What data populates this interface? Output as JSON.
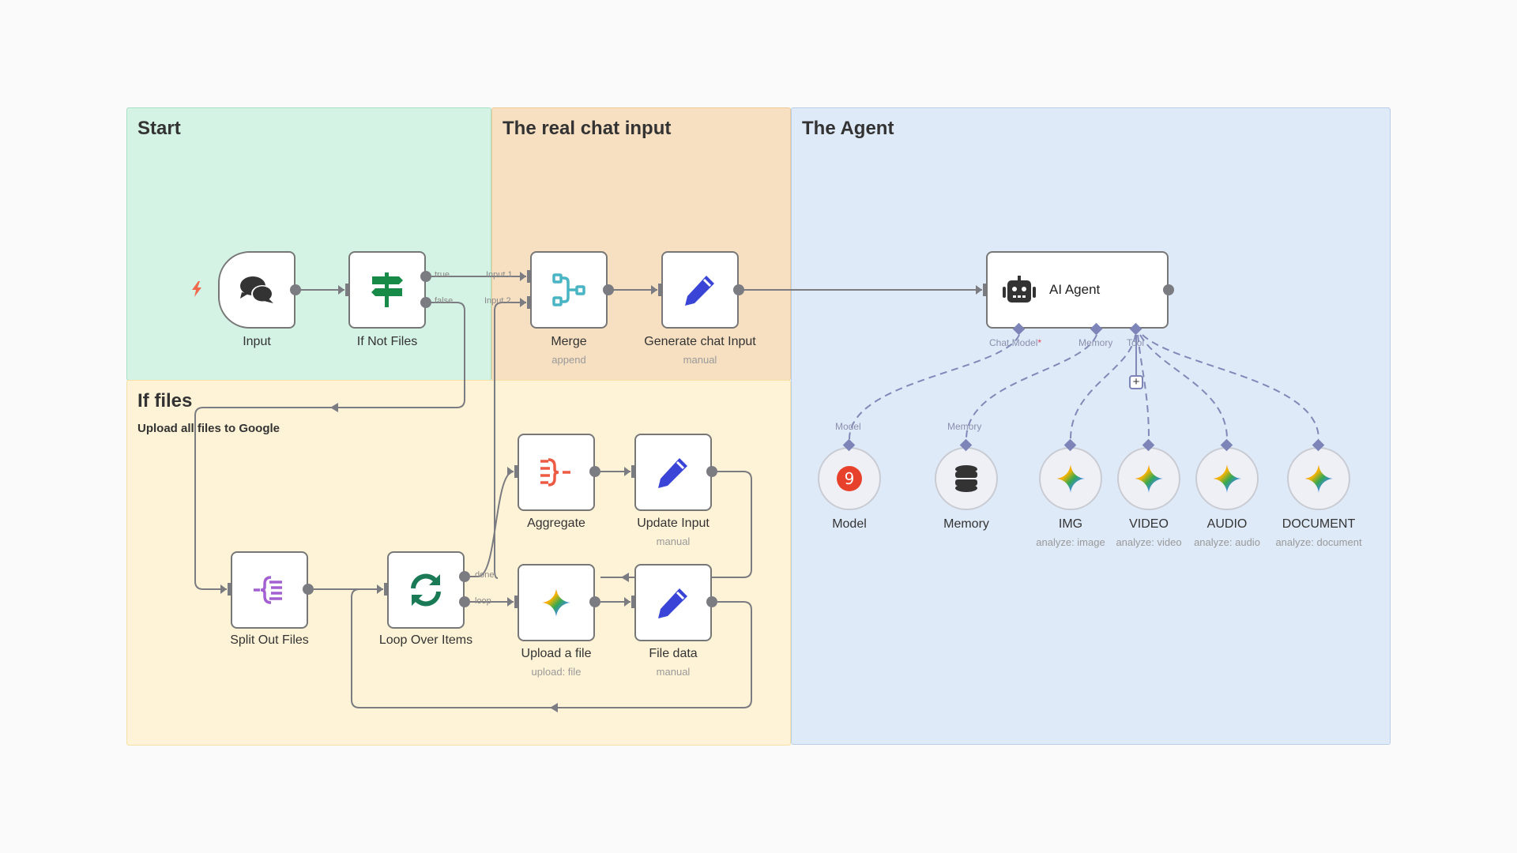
{
  "groups": {
    "start": {
      "title": "Start"
    },
    "chat": {
      "title": "The real chat input"
    },
    "files": {
      "title": "If files",
      "subtitle": "Upload all files to Google"
    },
    "agent": {
      "title": "The Agent"
    }
  },
  "nodes": {
    "input": {
      "label": "Input",
      "icon": "chat-bubbles-icon"
    },
    "if_not_files": {
      "label": "If Not Files",
      "icon": "signpost-icon",
      "outputs": [
        "true",
        "false"
      ]
    },
    "merge": {
      "label": "Merge",
      "subtitle": "append",
      "icon": "merge-icon",
      "inputs": [
        "Input 1",
        "Input 2"
      ]
    },
    "generate_chat_input": {
      "label": "Generate chat Input",
      "subtitle": "manual",
      "icon": "pencil-icon"
    },
    "ai_agent": {
      "label": "AI Agent",
      "icon": "robot-icon",
      "connectors": {
        "chat_model": "Chat Model",
        "required_mark": "*",
        "memory": "Memory",
        "tool": "Tool"
      }
    },
    "aggregate": {
      "label": "Aggregate",
      "icon": "aggregate-icon"
    },
    "update_input": {
      "label": "Update Input",
      "subtitle": "manual",
      "icon": "pencil-icon"
    },
    "split_out_files": {
      "label": "Split Out Files",
      "icon": "split-out-icon"
    },
    "loop_over_items": {
      "label": "Loop Over Items",
      "icon": "loop-icon",
      "outputs": [
        "done",
        "loop"
      ]
    },
    "upload_file": {
      "label": "Upload a file",
      "subtitle": "upload: file",
      "icon": "gemini-icon"
    },
    "file_data": {
      "label": "File data",
      "subtitle": "manual",
      "icon": "pencil-icon"
    }
  },
  "sub_nodes": [
    {
      "label": "Model",
      "subtitle": "",
      "port": "Model",
      "icon": "model-icon"
    },
    {
      "label": "Memory",
      "subtitle": "",
      "port": "Memory",
      "icon": "database-icon"
    },
    {
      "label": "IMG",
      "subtitle": "analyze: image",
      "port": "",
      "icon": "gemini-icon"
    },
    {
      "label": "VIDEO",
      "subtitle": "analyze: video",
      "port": "",
      "icon": "gemini-icon"
    },
    {
      "label": "AUDIO",
      "subtitle": "analyze: audio",
      "port": "",
      "icon": "gemini-icon"
    },
    {
      "label": "DOCUMENT",
      "subtitle": "analyze: document",
      "port": "",
      "icon": "gemini-icon"
    }
  ],
  "add_tool_label": "+",
  "colors": {
    "start_bg": "#d5f3e5",
    "chat_bg": "#f7e0c2",
    "files_bg": "#fef3d6",
    "agent_bg": "#dfeaf8",
    "wire": "#7b7b82",
    "ai_wire": "#8189b8",
    "pencil": "#3a45d8",
    "if_green": "#178a48",
    "loop_green": "#1a7a55",
    "merge_teal": "#49b5c4",
    "aggregate_red": "#ee5b45",
    "split_purple": "#a460d1",
    "trigger_bolt": "#f06a4d"
  }
}
